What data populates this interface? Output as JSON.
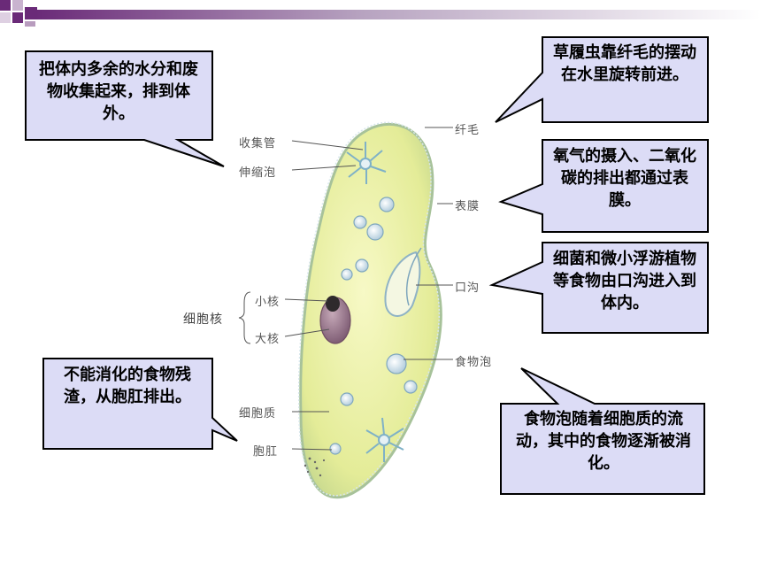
{
  "callouts": {
    "top_left": "把体内多余的水分和废物收集起来，排到体外。",
    "top_right": "草履虫靠纤毛的摆动在水里旋转前进。",
    "mid_right_1": "氧气的摄入、二氧化碳的排出都通过表膜。",
    "mid_right_2": "细菌和微小浮游植物等食物由口沟进入到体内。",
    "bottom_left": "不能消化的食物残渣，从胞肛排出。",
    "bottom_right": "食物泡随着细胞质的流动，其中的食物逐渐被消化。"
  },
  "labels": {
    "collecting_duct": "收集管",
    "contractile_vacuole": "伸缩泡",
    "nucleus_group": "细胞核",
    "micronucleus": "小核",
    "macronucleus": "大核",
    "cytoplasm": "细胞质",
    "anal_pore": "胞肛",
    "cilia": "纤毛",
    "pellicle": "表膜",
    "oral_groove": "口沟",
    "food_vacuole": "食物泡"
  },
  "colors": {
    "callout_fill": "#dcdcf6",
    "callout_border": "#000000",
    "accent_purple": "#6a2a78",
    "cell_fill": "#edf2aa",
    "label_gray": "#555555"
  }
}
